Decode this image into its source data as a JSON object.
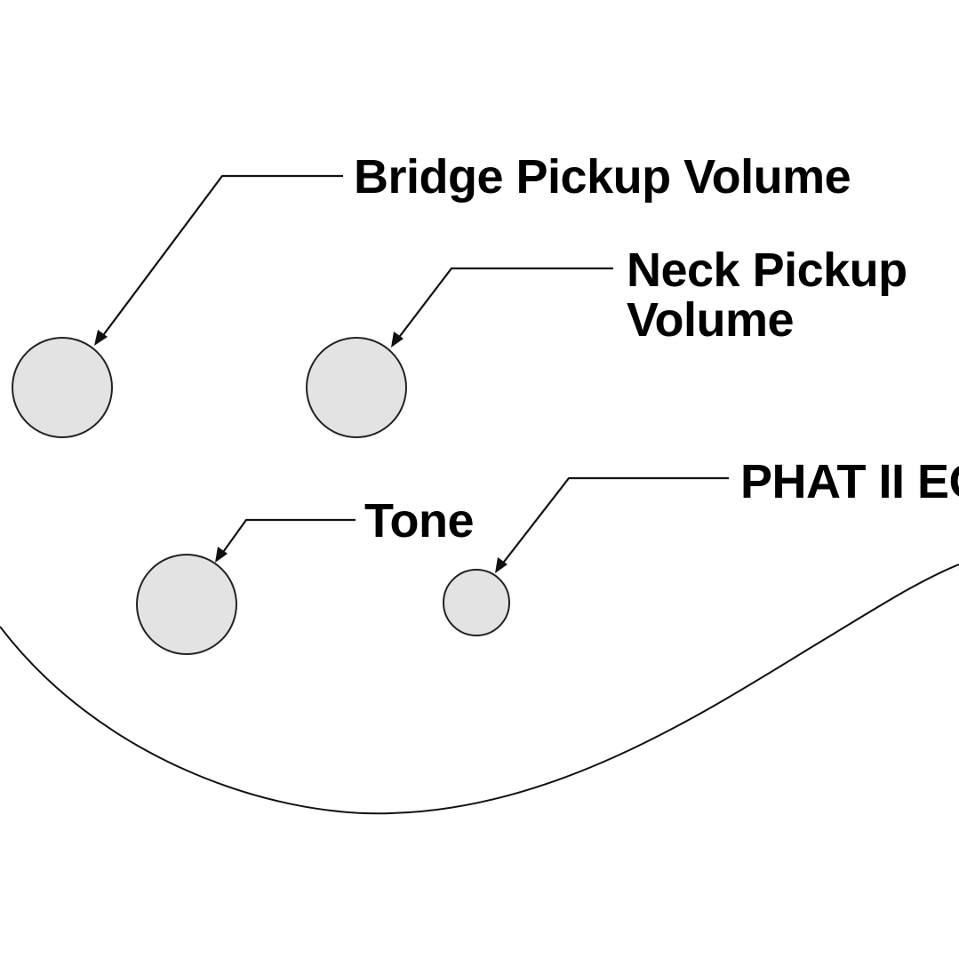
{
  "diagram": {
    "labels": {
      "bridge_pickup_volume": "Bridge Pickup Volume",
      "neck_pickup_volume_line1": "Neck Pickup",
      "neck_pickup_volume_line2": "Volume",
      "tone": "Tone",
      "phat_ii_eq": "PHAT II EQ"
    },
    "colors": {
      "background": "#ffffff",
      "knob_fill": "#e3e3e3",
      "outline": "#111111",
      "text": "#000000"
    }
  }
}
